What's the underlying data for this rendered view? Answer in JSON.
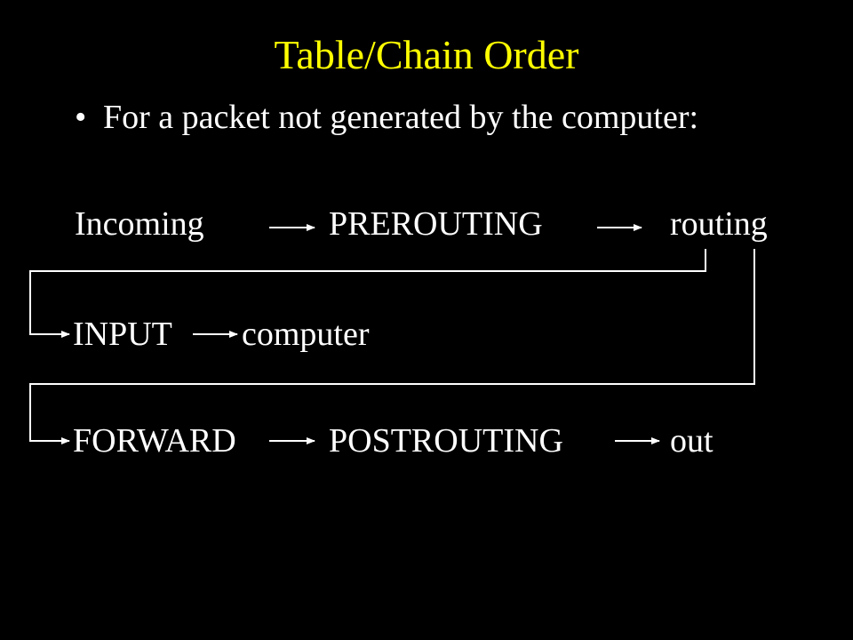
{
  "slide": {
    "title": "Table/Chain Order",
    "bullet": "For a packet not generated by the computer:",
    "bullet_marker": "•"
  },
  "flow": {
    "row1": {
      "n1": "Incoming",
      "n2": "PREROUTING",
      "n3": "routing"
    },
    "row2": {
      "n1": "INPUT",
      "n2": "computer"
    },
    "row3": {
      "n1": "FORWARD",
      "n2": "POSTROUTING",
      "n3": "out"
    }
  },
  "colors": {
    "background": "#000000",
    "title": "#ffff00",
    "text": "#ffffff",
    "lines": "#ffffff"
  }
}
